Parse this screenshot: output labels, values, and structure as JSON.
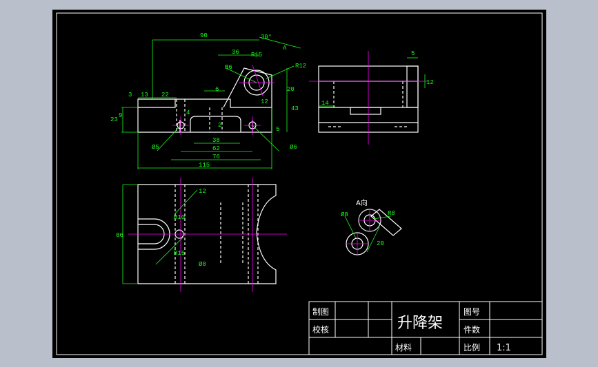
{
  "colors": {
    "background": "#000000",
    "outline": "#ffffff",
    "dimension": "#19ff19",
    "centerline": "#ff00ff",
    "frame": "#b9bfcb"
  },
  "front_view": {
    "dims": {
      "d90": "90",
      "d30deg": "30°",
      "d36": "36",
      "dR15a": "R15",
      "dA": "A",
      "dR6": "R6",
      "dR12": "R12",
      "d20": "20",
      "d3": "3",
      "d13": "13",
      "d22": "22",
      "d6": "6",
      "d12": "12",
      "d43": "43",
      "d9": "9",
      "d23": "23",
      "d4": "4",
      "d2": "2",
      "d5": "5",
      "d38": "38",
      "d62": "62",
      "d76": "76",
      "d115": "115",
      "dphi5": "Ø5",
      "dphi6": "Ø6"
    }
  },
  "side_view": {
    "dims": {
      "d5": "5",
      "d12": "12",
      "d14": "14"
    }
  },
  "top_view": {
    "dims": {
      "d12": "12",
      "d86": "86",
      "dR10": "R10",
      "dR15": "R15",
      "dphi8": "Ø8"
    }
  },
  "view_a": {
    "title": "A向",
    "dims": {
      "dphi8": "Ø8",
      "dR8": "R8",
      "d20": "20"
    }
  },
  "title_block": {
    "drawn": "制图",
    "checked": "校核",
    "part_name": "升降架",
    "drawing_no": "图号",
    "quantity": "件数",
    "material": "材料",
    "scale_label": "比例",
    "scale_value": "1:1"
  }
}
